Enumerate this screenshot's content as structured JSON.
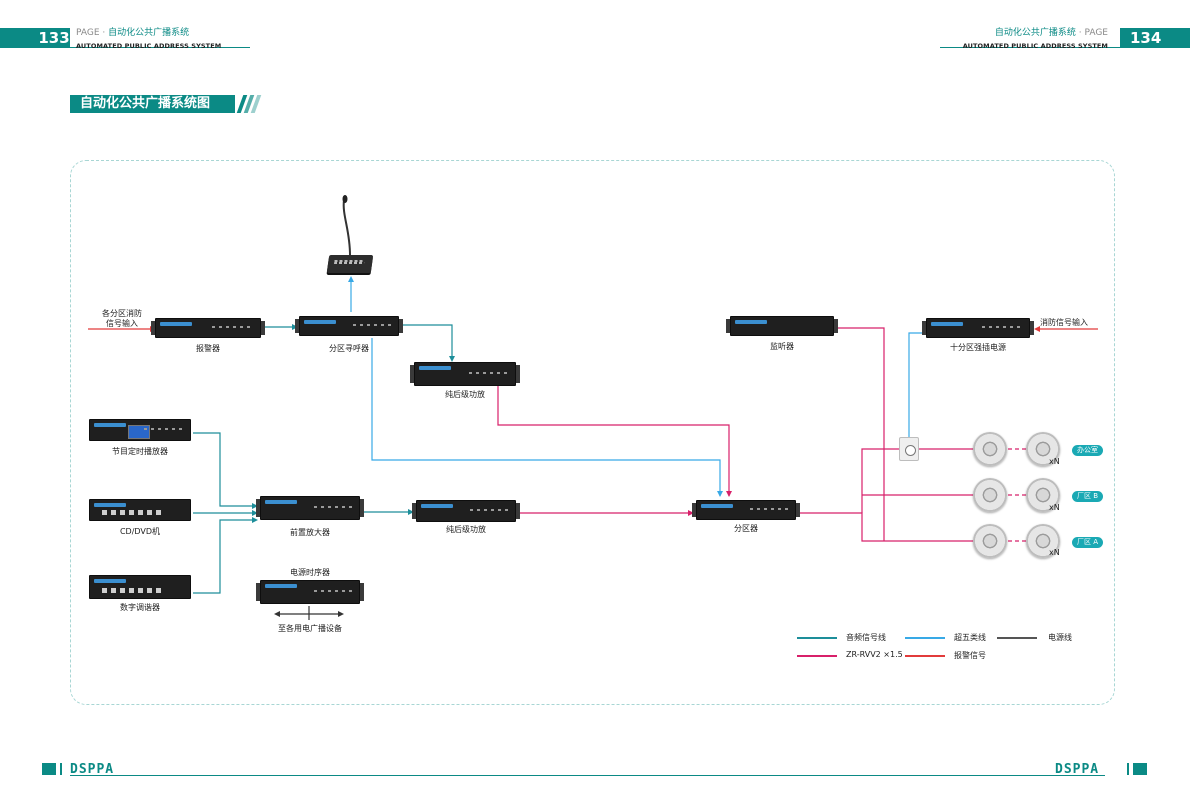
{
  "header": {
    "left_page": "133",
    "right_page": "134",
    "page_word": "PAGE",
    "section_cn": "自动化公共广播系统",
    "section_en": "AUTOMATED PUBLIC ADDRESS SYSTEM"
  },
  "title": "自动化公共广播系统图",
  "devices": {
    "alarm": "报警器",
    "paging": "分区寻呼器",
    "pure_amp_top": "纯后级功放",
    "monitor": "监听器",
    "ten_zone_power": "十分区强插电源",
    "program_player": "节目定时播放器",
    "cd_dvd": "CD/DVD机",
    "tuner": "数字调谐器",
    "preamp": "前置放大器",
    "pure_amp_mid": "纯后级功放",
    "zoner": "分区器",
    "power_sequencer": "电源时序器"
  },
  "annotations": {
    "fire_input_left": [
      "各分区消防",
      "信号输入"
    ],
    "fire_input_right": "消防信号输入",
    "to_devices": "至各用电广播设备",
    "xn": "xN"
  },
  "zones": [
    "办公室",
    "厂区 B",
    "厂区 A"
  ],
  "legend": {
    "audio": "音频信号线",
    "cat5e": "超五类线",
    "power": "电源线",
    "zr": "ZR-RVV2 ×1.5",
    "alarm": "报警信号"
  },
  "colors": {
    "teal": "#0b8a85",
    "audio": "#1d8e9a",
    "cat5e": "#38a9e6",
    "power": "#555555",
    "zr": "#d8206a",
    "alarm": "#e23b3b"
  },
  "brand": "DSPPA"
}
